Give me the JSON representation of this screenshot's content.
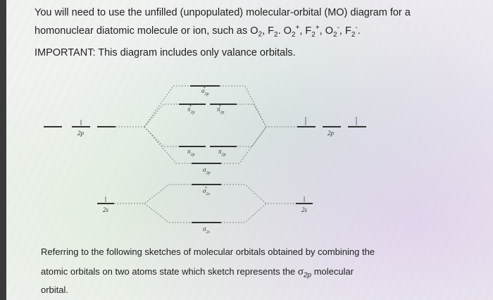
{
  "intro": {
    "line1": "You will need to use the unfilled (unpopulated) molecular-orbital (MO) diagram for a",
    "line2_text": "homonuclear diatomic molecule or ion, such as O",
    "line2_species": [
      {
        "base": "O",
        "sub": "2",
        "sup": "",
        "sep": ", "
      },
      {
        "base": "F",
        "sub": "2",
        "sup": "",
        "sep": ". "
      },
      {
        "base": "O",
        "sub": "2",
        "sup": "+",
        "sep": ", "
      },
      {
        "base": "F",
        "sub": "2",
        "sup": "+",
        "sep": ", "
      },
      {
        "base": "O",
        "sub": "2",
        "sup": "-",
        "sep": ", "
      },
      {
        "base": "F",
        "sub": "2",
        "sup": "-",
        "sep": "."
      }
    ],
    "important": "IMPORTANT: This diagram includes only valance orbitals."
  },
  "diagram": {
    "left_2p_label": "2p",
    "left_2s_label": "2s",
    "right_2p_label": "2p",
    "right_2s_label": "2s",
    "sigma_2p_star": {
      "sym": "σ",
      "sub": "2p",
      "sup": "*"
    },
    "pi_2p_star_a": {
      "sym": "π",
      "sub": "2p",
      "sup": "*"
    },
    "pi_2p_star_b": {
      "sym": "π",
      "sub": "2p",
      "sup": "*"
    },
    "pi_2p_a": {
      "sym": "π",
      "sub": "2p",
      "sup": ""
    },
    "pi_2p_b": {
      "sym": "π",
      "sub": "2p",
      "sup": ""
    },
    "sigma_2p": {
      "sym": "σ",
      "sub": "2p",
      "sup": ""
    },
    "sigma_2s_star": {
      "sym": "σ",
      "sub": "2s",
      "sup": "*"
    },
    "sigma_2s": {
      "sym": "σ",
      "sub": "2s",
      "sup": ""
    }
  },
  "question": {
    "line1": "Referring to the following sketches of molecular orbitals obtained by combining the",
    "line2_pre": "atomic orbitals on two atoms state which sketch represents the ",
    "line2_sym": "σ",
    "line2_sub": "2p",
    "line2_post": " molecular",
    "line3": "orbital."
  }
}
